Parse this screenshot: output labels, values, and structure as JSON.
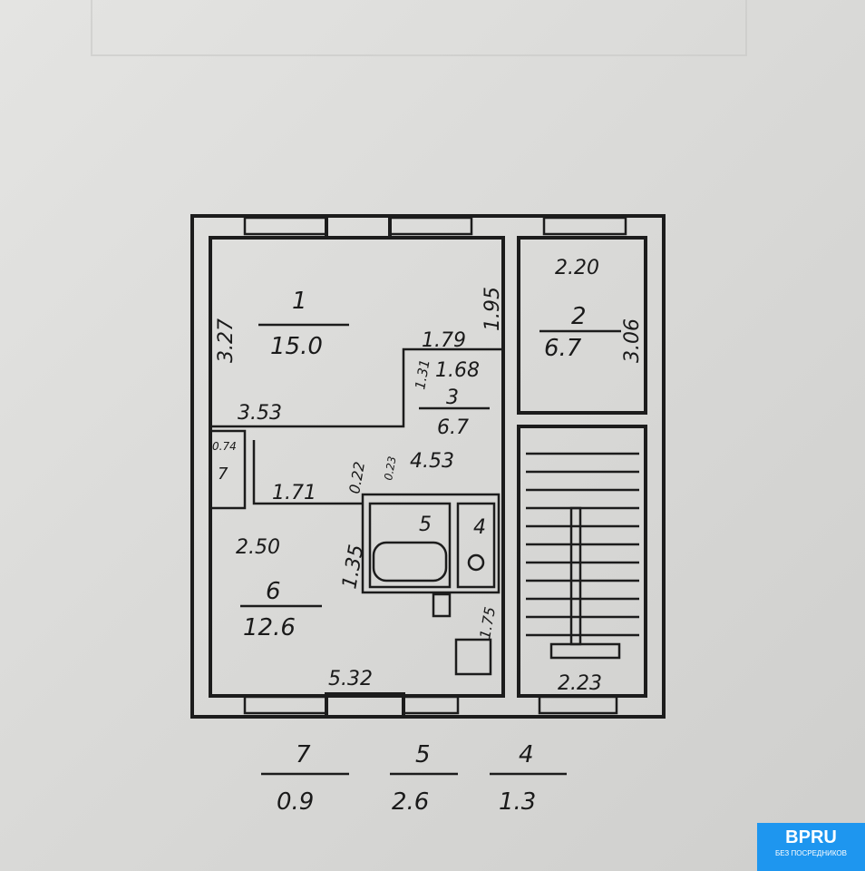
{
  "rooms": [
    {
      "number": "1",
      "area": "15.0"
    },
    {
      "number": "2",
      "area": "6.7"
    },
    {
      "number": "3",
      "area": "6.7"
    },
    {
      "number": "6",
      "area": "12.6"
    }
  ],
  "dimensions": {
    "d327": "3.27",
    "d195": "1.95",
    "d179": "1.79",
    "d168": "1.68",
    "d131": "1.31",
    "d353": "3.53",
    "d453": "4.53",
    "d074": "0.74",
    "d7": "7",
    "d171": "1.71",
    "d022": "0.22",
    "d023": "0.23",
    "d220": "2.20",
    "d306": "3.06",
    "d5": "5",
    "d4": "4",
    "d135": "1.35",
    "d250": "2.50",
    "d175": "1.75",
    "d532": "5.32",
    "d223": "2.23"
  },
  "legend": [
    {
      "number": "7",
      "area": "0.9"
    },
    {
      "number": "5",
      "area": "2.6"
    },
    {
      "number": "4",
      "area": "1.3"
    }
  ],
  "badge": {
    "logo": "BPRU",
    "subtitle": "БЕЗ ПОСРЕДНИКОВ"
  }
}
